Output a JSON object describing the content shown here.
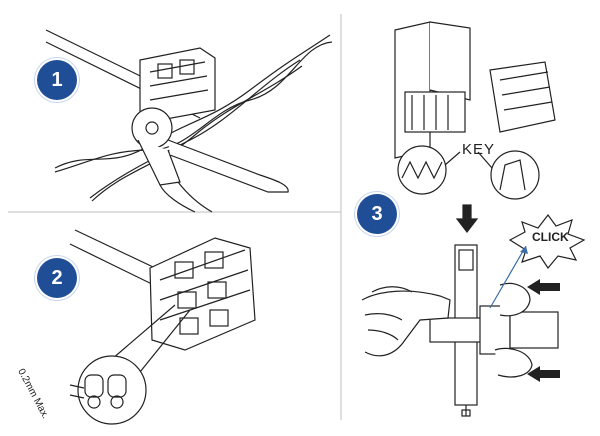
{
  "steps": {
    "step1": "1",
    "step2": "2",
    "step3": "3"
  },
  "labels": {
    "key": "KEY",
    "click": "CLICK",
    "max_gap": "0.2mm Max."
  },
  "colors": {
    "badge": "#1f4e97",
    "line": "#222222",
    "divider": "#bfbfbf",
    "pointer": "#3b6ea8"
  }
}
